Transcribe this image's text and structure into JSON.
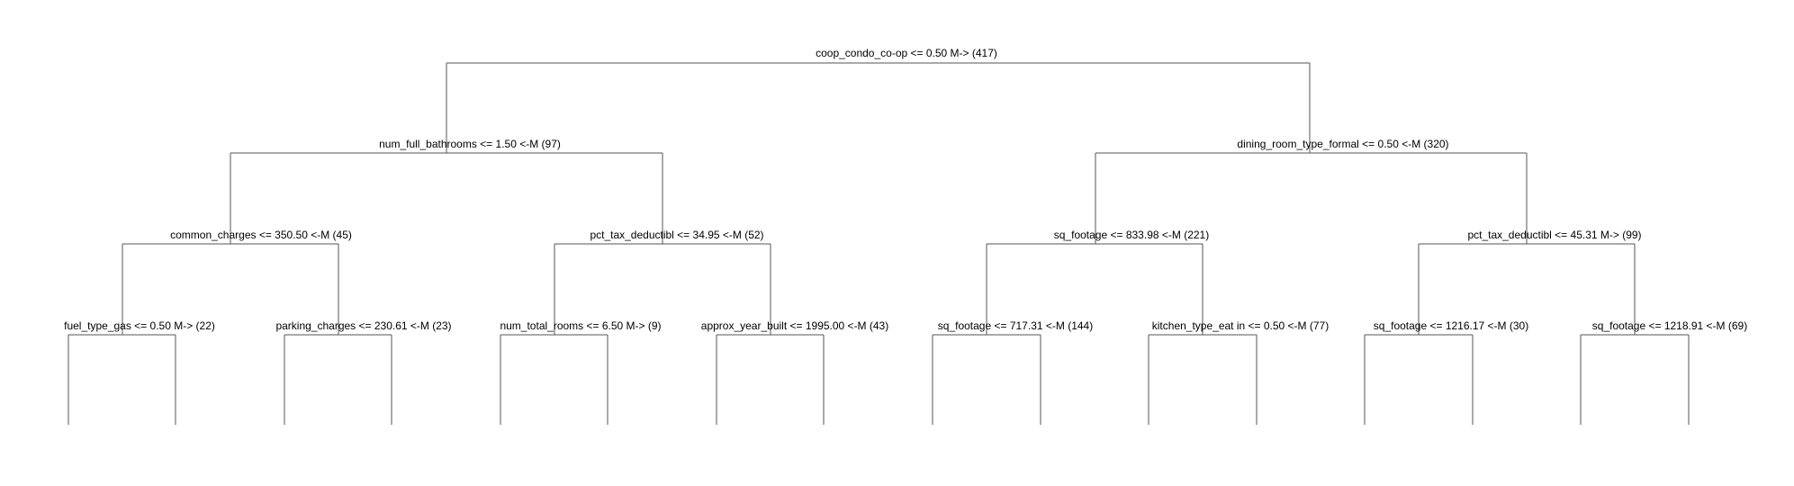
{
  "tree": {
    "nodes": [
      {
        "id": "n0",
        "label": "coop_condo_co-op <= 0.50 M-> (417)"
      },
      {
        "id": "n1",
        "label": "num_full_bathrooms <= 1.50 <-M (97)"
      },
      {
        "id": "n2",
        "label": "dining_room_type_formal <= 0.50 <-M (320)"
      },
      {
        "id": "n3",
        "label": "common_charges <= 350.50 <-M (45)"
      },
      {
        "id": "n4",
        "label": "pct_tax_deductibl <= 34.95 <-M (52)"
      },
      {
        "id": "n5",
        "label": "sq_footage <= 833.98 <-M (221)"
      },
      {
        "id": "n6",
        "label": "pct_tax_deductibl <= 45.31 M-> (99)"
      },
      {
        "id": "n7",
        "label": "fuel_type_gas <= 0.50 M-> (22)"
      },
      {
        "id": "n8",
        "label": "parking_charges <= 230.61 <-M (23)"
      },
      {
        "id": "n9",
        "label": "num_total_rooms <= 6.50 M-> (9)"
      },
      {
        "id": "n10",
        "label": "approx_year_built <= 1995.00 <-M (43)"
      },
      {
        "id": "n11",
        "label": "sq_footage <= 717.31 <-M (144)"
      },
      {
        "id": "n12",
        "label": "kitchen_type_eat in <= 0.50 <-M (77)"
      },
      {
        "id": "n13",
        "label": "sq_footage <= 1216.17 <-M (30)"
      },
      {
        "id": "n14",
        "label": "sq_footage <= 1218.91 <-M (69)"
      }
    ]
  }
}
